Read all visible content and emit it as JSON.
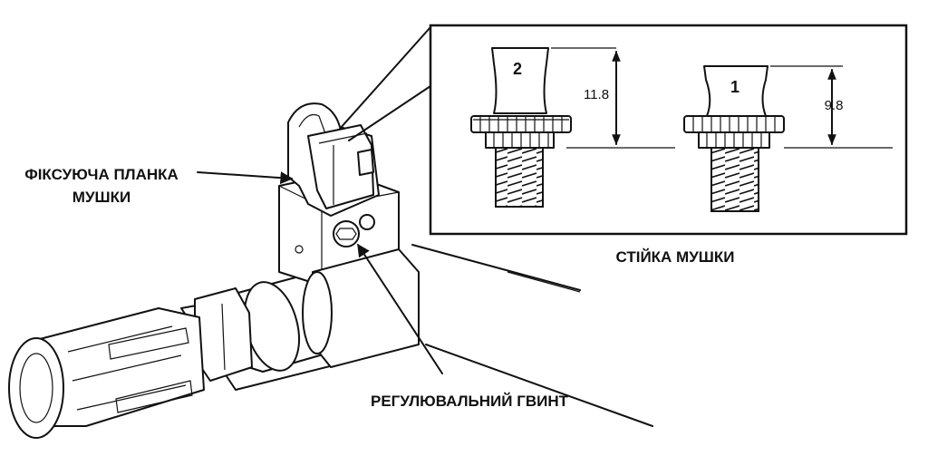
{
  "labels": {
    "front_sight_clamp": [
      "ФІКСУЮЧА ПЛАНКА",
      "МУШКИ"
    ],
    "adjusting_screw": "РЕГУЛЮВАЛЬНИЙ ГВИНТ",
    "front_sight_post": "СТІЙКА МУШКИ"
  },
  "posts": [
    {
      "number": "2",
      "height": "11.8"
    },
    {
      "number": "1",
      "height": "9.8"
    }
  ]
}
